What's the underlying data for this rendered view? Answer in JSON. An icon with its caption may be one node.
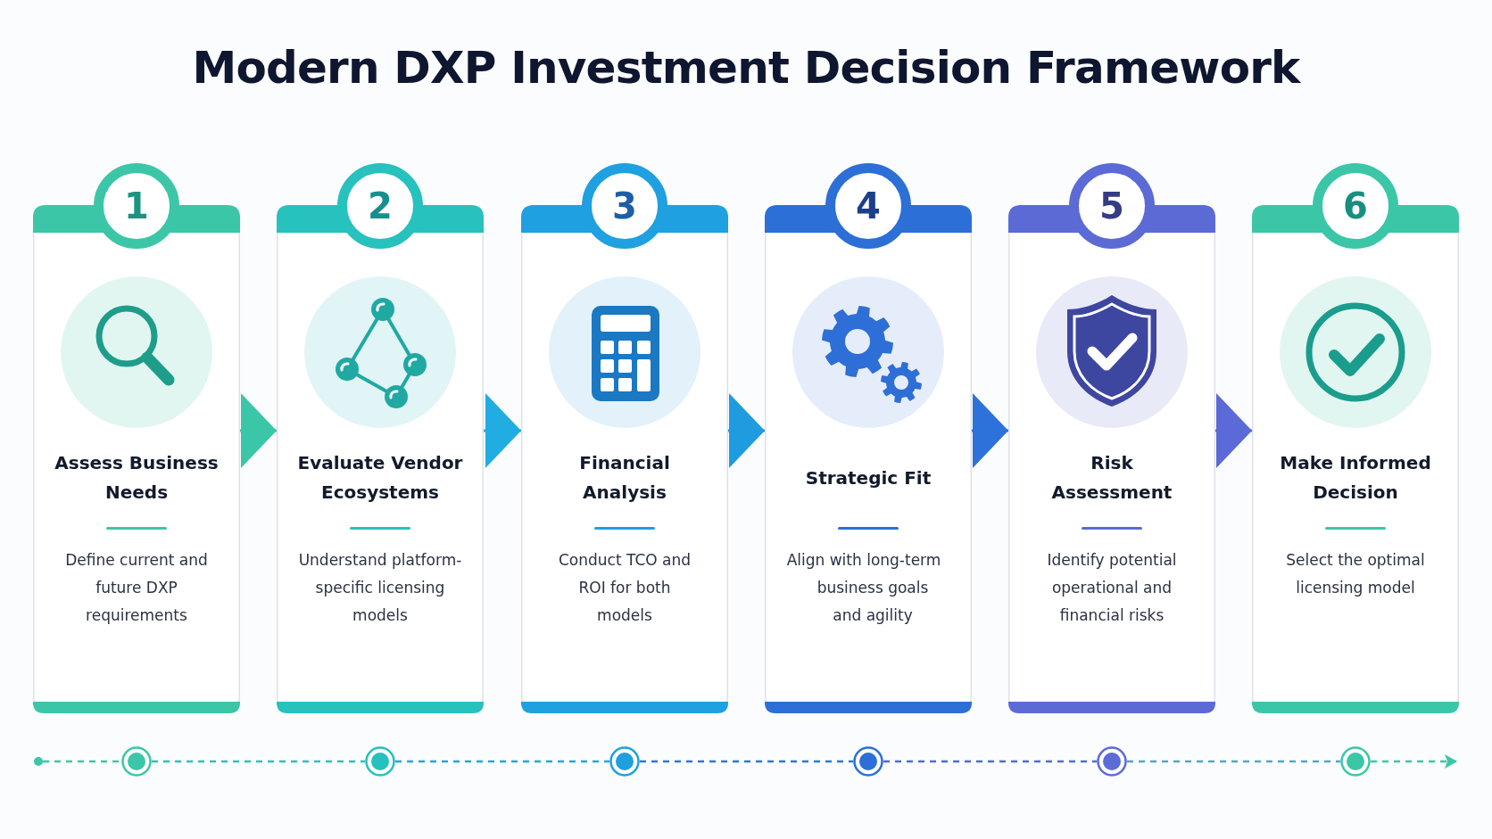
{
  "diagram": {
    "title": "Modern DXP Investment Decision Framework",
    "nodes": [
      {
        "text": [
          "1",
          "Assess Business Needs",
          "Define current and future DXP requirements"
        ]
      },
      {
        "text": [
          "2",
          "Evaluate Vendor Ecosystems",
          "Understand platform-specific licensing models"
        ]
      },
      {
        "text": [
          "3",
          "Financial Analysis",
          "Conduct TCO and ROI for both models"
        ]
      },
      {
        "text": [
          "4",
          "Strategic Fit",
          "Align with long-term business goals and agility"
        ]
      },
      {
        "text": [
          "5",
          "Risk Assessment",
          "Identify potential operational and financial risks"
        ]
      },
      {
        "text": [
          "6",
          "Make Informed Decision",
          "Select the optimal licensing model"
        ]
      },
      {
        "text": [],
        "shape": "circle"
      },
      {
        "text": [],
        "shape": "circle"
      },
      {
        "text": [],
        "shape": "circle"
      },
      {
        "text": [],
        "shape": "circle"
      },
      {
        "text": [],
        "shape": "circle"
      },
      {
        "text": [],
        "shape": "circle"
      },
      {
        "text": [],
        "shape": "circle"
      }
    ],
    "edges": [
      {
        "from": 0,
        "to": 1,
        "arrow": "to",
        "color": "#3cc6a8"
      },
      {
        "from": 1,
        "to": 2,
        "arrow": "to",
        "color": "#22ade2"
      },
      {
        "from": 2,
        "to": 3,
        "arrow": "to",
        "color": "#1f9be0"
      },
      {
        "from": 3,
        "to": 4,
        "arrow": "to",
        "color": "#2d72da"
      },
      {
        "from": 4,
        "to": 5,
        "arrow": "to",
        "color": "#5b6ad6"
      },
      {
        "from": 6,
        "to": 7,
        "arrow": "none",
        "style": "dashed",
        "color": "#3cc6a8"
      },
      {
        "from": 7,
        "to": 8,
        "arrow": "none",
        "style": "dashed",
        "color": "#2ec2b8"
      },
      {
        "from": 8,
        "to": 9,
        "arrow": "none",
        "style": "dashed",
        "color": "#22a8d8"
      },
      {
        "from": 9,
        "to": 10,
        "arrow": "none",
        "style": "dashed",
        "color": "#2a78d8"
      },
      {
        "from": 10,
        "to": 11,
        "arrow": "none",
        "style": "dashed",
        "color": "#4f6bd8"
      },
      {
        "from": 11,
        "to": 12,
        "arrow": "none",
        "style": "dashed",
        "color": "#4fa8c4"
      },
      {
        "from": 12,
        "to": null,
        "arrow": "to",
        "style": "dashed",
        "color": "#3cc6a8"
      }
    ]
  }
}
